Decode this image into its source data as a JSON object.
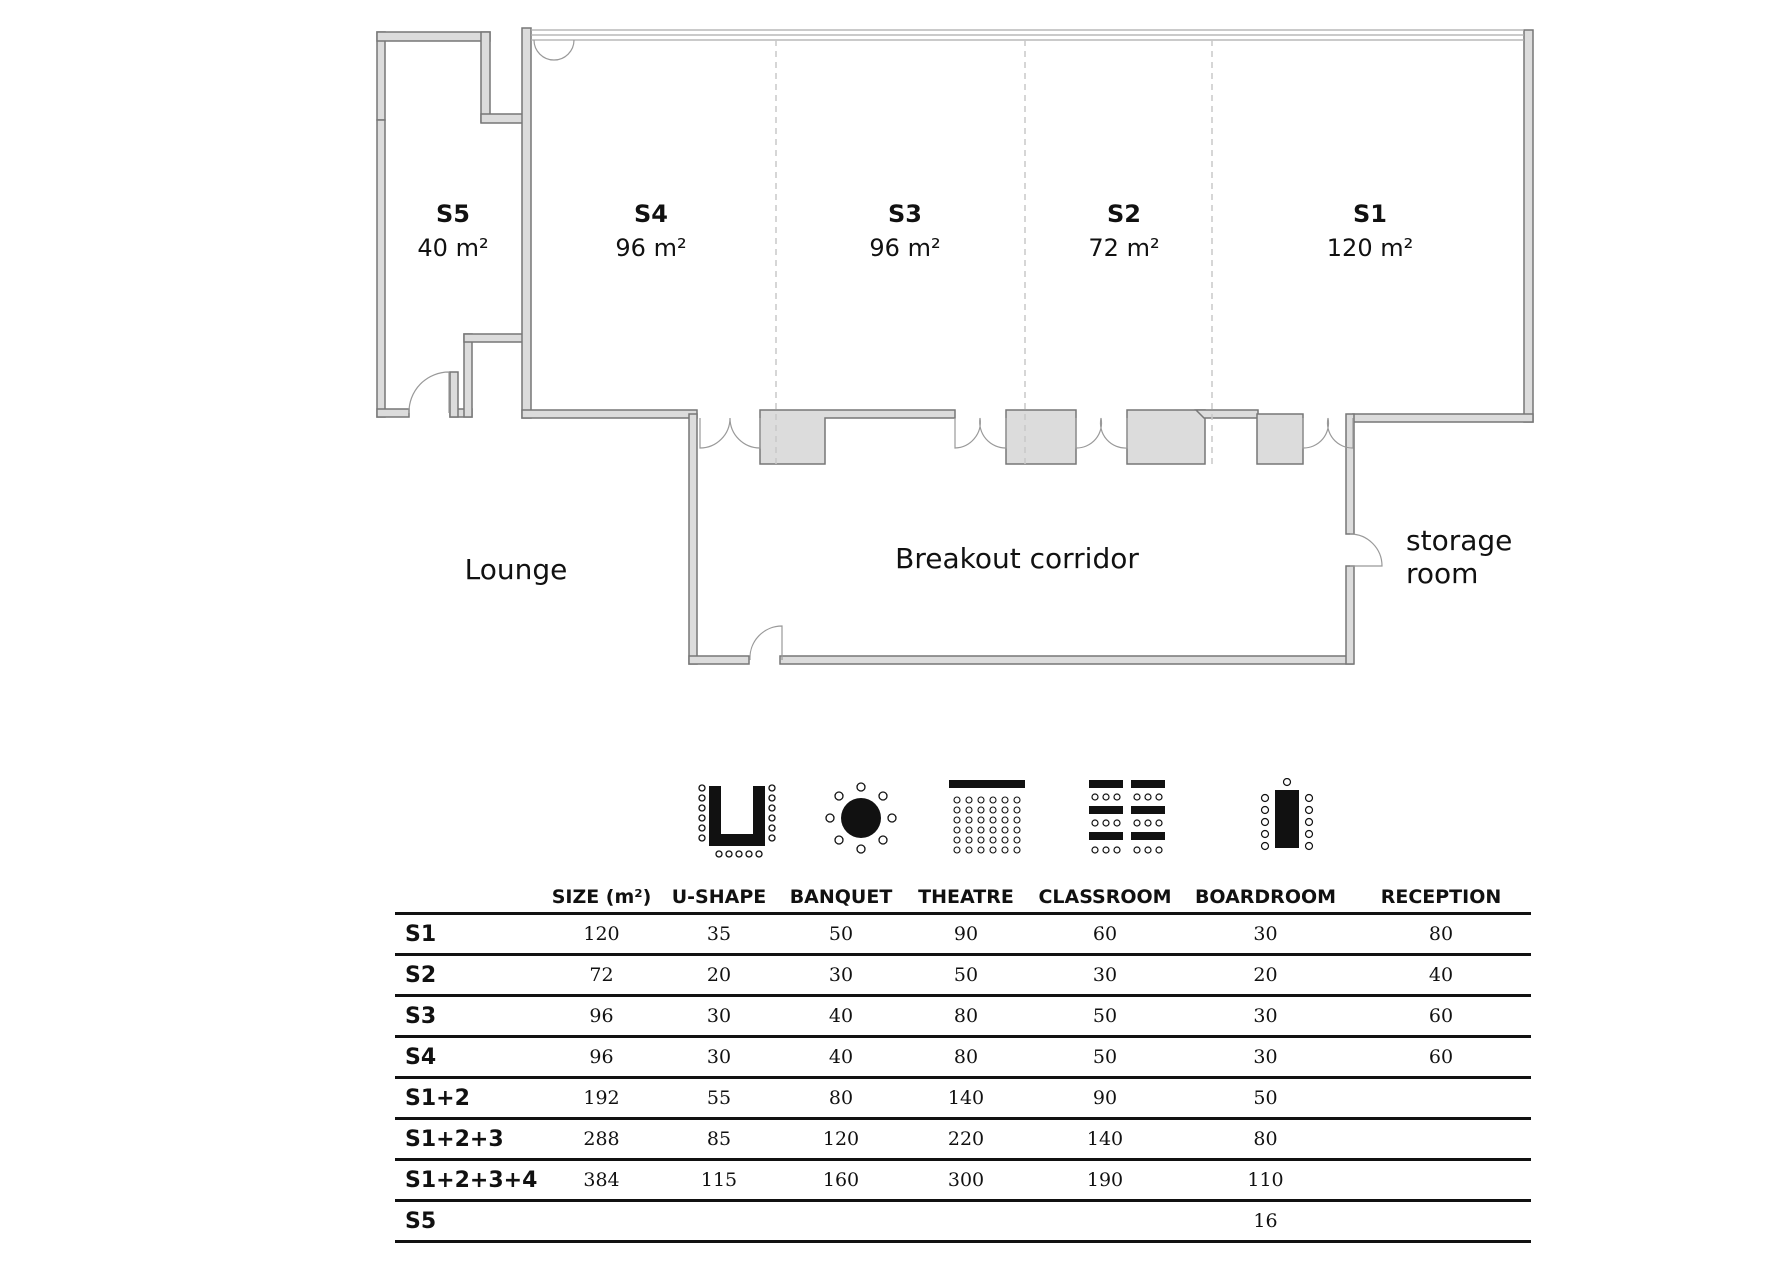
{
  "rooms": [
    {
      "id": "s5",
      "label": "S5",
      "area": "40 m²"
    },
    {
      "id": "s4",
      "label": "S4",
      "area": "96 m²"
    },
    {
      "id": "s3",
      "label": "S3",
      "area": "96 m²"
    },
    {
      "id": "s2",
      "label": "S2",
      "area": "72 m²"
    },
    {
      "id": "s1",
      "label": "S1",
      "area": "120 m²"
    }
  ],
  "areas": {
    "lounge": "Lounge",
    "corridor": "Breakout corridor",
    "storage_line1": "storage",
    "storage_line2": "room"
  },
  "layout_icons": [
    "u-shape-icon",
    "banquet-icon",
    "theatre-icon",
    "classroom-icon",
    "boardroom-icon"
  ],
  "table": {
    "headers": [
      "",
      "SIZE (m²)",
      "U-SHAPE",
      "BANQUET",
      "THEATRE",
      "CLASSROOM",
      "BOARDROOM",
      "RECEPTION"
    ],
    "rows": [
      [
        "S1",
        "120",
        "35",
        "50",
        "90",
        "60",
        "30",
        "80"
      ],
      [
        "S2",
        "72",
        "20",
        "30",
        "50",
        "30",
        "20",
        "40"
      ],
      [
        "S3",
        "96",
        "30",
        "40",
        "80",
        "50",
        "30",
        "60"
      ],
      [
        "S4",
        "96",
        "30",
        "40",
        "80",
        "50",
        "30",
        "60"
      ],
      [
        "S1+2",
        "192",
        "55",
        "80",
        "140",
        "90",
        "50",
        ""
      ],
      [
        "S1+2+3",
        "288",
        "85",
        "120",
        "220",
        "140",
        "80",
        ""
      ],
      [
        "S1+2+3+4",
        "384",
        "115",
        "160",
        "300",
        "190",
        "110",
        ""
      ],
      [
        "S5",
        "",
        "",
        "",
        "",
        "",
        "16",
        ""
      ]
    ]
  }
}
